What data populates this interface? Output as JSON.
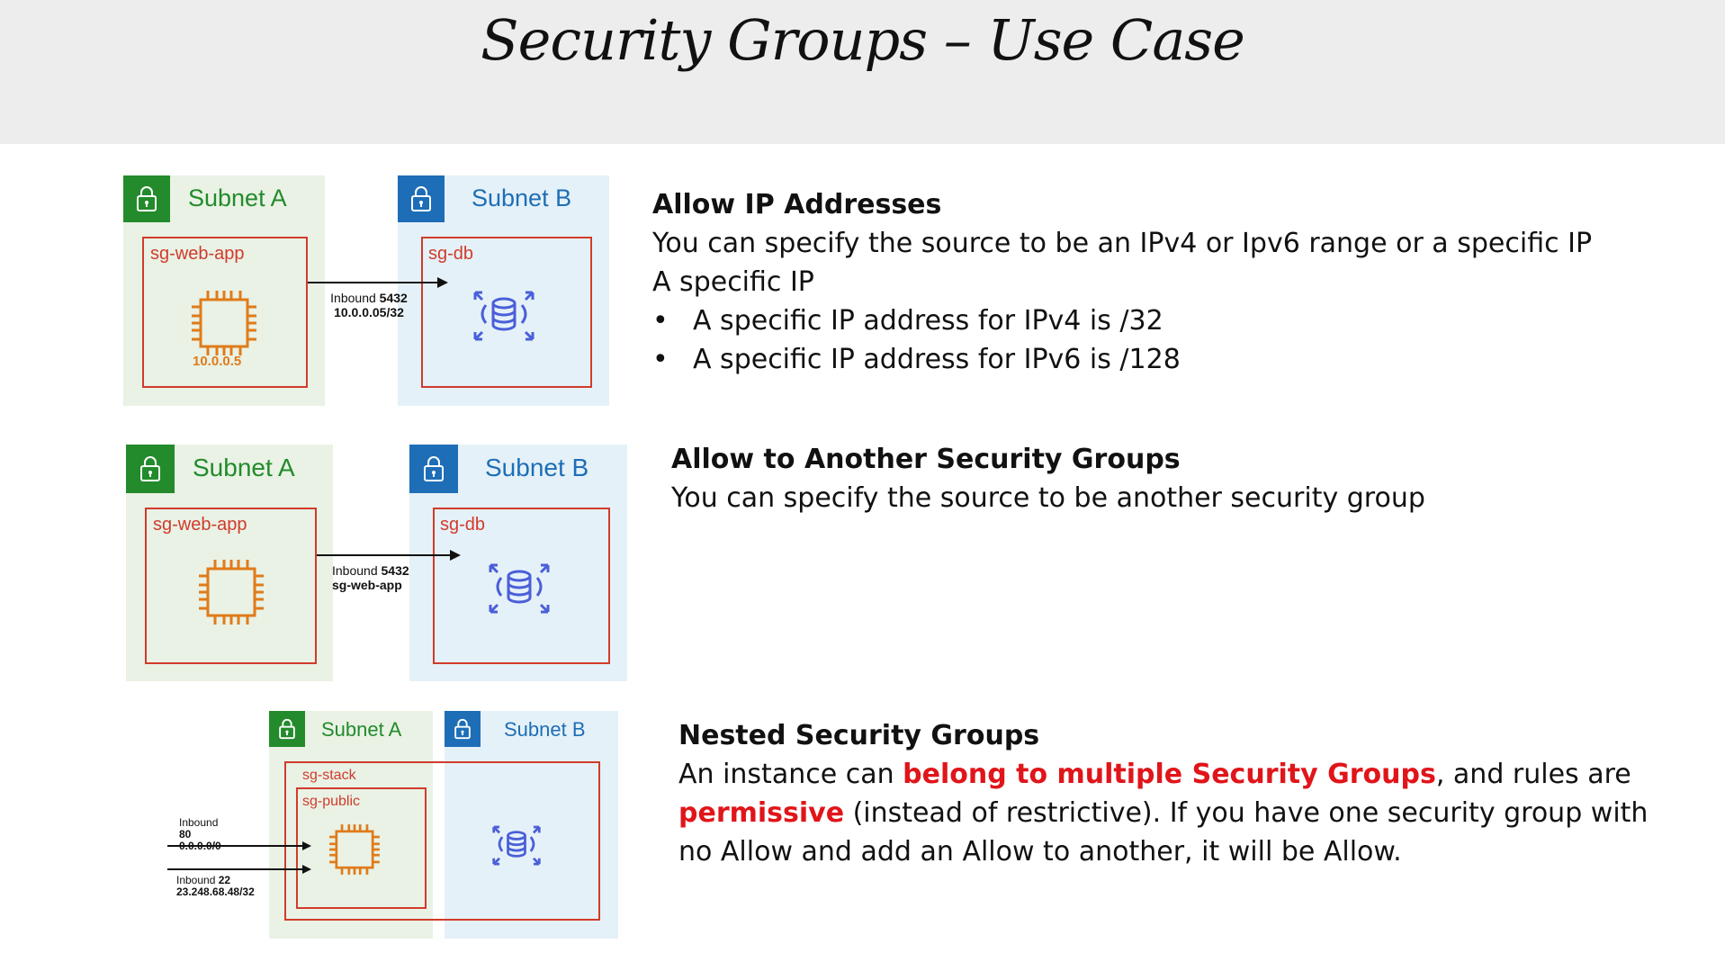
{
  "title": "Security Groups – Use Case",
  "colors": {
    "subnet_a": "#238b2b",
    "subnet_b": "#1d6eb7",
    "security_group": "#d13b2b",
    "compute": "#e07b1a",
    "database": "#4a5fd8",
    "highlight": "#e0151a"
  },
  "diagram1": {
    "subnet_a": "Subnet A",
    "subnet_b": "Subnet B",
    "sg_left": "sg-web-app",
    "sg_right": "sg-db",
    "instance_ip": "10.0.0.5",
    "inbound_label": "Inbound",
    "inbound_port": "5432",
    "inbound_source": "10.0.0.05/32"
  },
  "diagram2": {
    "subnet_a": "Subnet A",
    "subnet_b": "Subnet B",
    "sg_left": "sg-web-app",
    "sg_right": "sg-db",
    "inbound_label": "Inbound",
    "inbound_port": "5432",
    "inbound_source": "sg-web-app"
  },
  "diagram3": {
    "subnet_a": "Subnet A",
    "subnet_b": "Subnet B",
    "sg_outer": "sg-stack",
    "sg_inner": "sg-public",
    "rule1_label": "Inbound",
    "rule1_port": "80",
    "rule1_source": "0.0.0.0/0",
    "rule2_label": "Inbound",
    "rule2_port": "22",
    "rule2_source": "23.248.68.48/32"
  },
  "section1": {
    "heading": "Allow IP Addresses",
    "line1": "You can specify the source to be an IPv4 or Ipv6 range or a specific IP",
    "line2": "A specific IP",
    "bullets": [
      "A specific IP address for IPv4 is /32",
      "A specific IP address for IPv6 is /128"
    ],
    "bullet_glyph": "•"
  },
  "section2": {
    "heading": "Allow to Another Security Groups",
    "line1": "You can specify the source to be another security group"
  },
  "section3": {
    "heading": "Nested Security Groups",
    "part1": "An instance can ",
    "highlight1": "belong to multiple Security Groups",
    "part2": ", and rules are",
    "highlight2": "permissive",
    "part3": " (instead of restrictive). If you have one security group with",
    "part4": "no Allow and add an Allow to another, it will be Allow."
  },
  "icons": {
    "lock": "lock-icon",
    "chip": "ec2-instance-icon",
    "database": "database-icon"
  }
}
